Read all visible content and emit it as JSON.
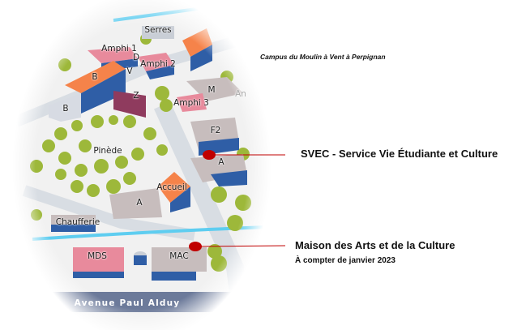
{
  "title": "Campus du Moulin à Vent à Perpignan",
  "map_labels": {
    "serres": "Serres",
    "amphi1": "Amphi 1",
    "d": "D",
    "amphi2": "Amphi 2",
    "v": "V",
    "b_top": "B",
    "b_bottom": "B",
    "z": "Z",
    "m": "M",
    "amphi3": "Amphi 3",
    "an_partial": "An",
    "f2": "F2",
    "pinede": "Pinède",
    "a_right": "A",
    "accueil": "Accueil",
    "a_center": "A",
    "chaufferie": "Chaufferie",
    "mds": "MDS",
    "mac": "MAC",
    "avenue": "Avenue Paul Alduy"
  },
  "callouts": {
    "svec": "SVEC - Service Vie Étudiante et Culture",
    "mac_title": "Maison des Arts et de la Culture",
    "mac_subtitle": "À compter de janvier 2023"
  },
  "colors": {
    "marker": "#c00000",
    "roof_orange": "#f5834a",
    "roof_pink": "#e88a9c",
    "wall_blue": "#2f5ea6",
    "tree": "#9db83a"
  }
}
